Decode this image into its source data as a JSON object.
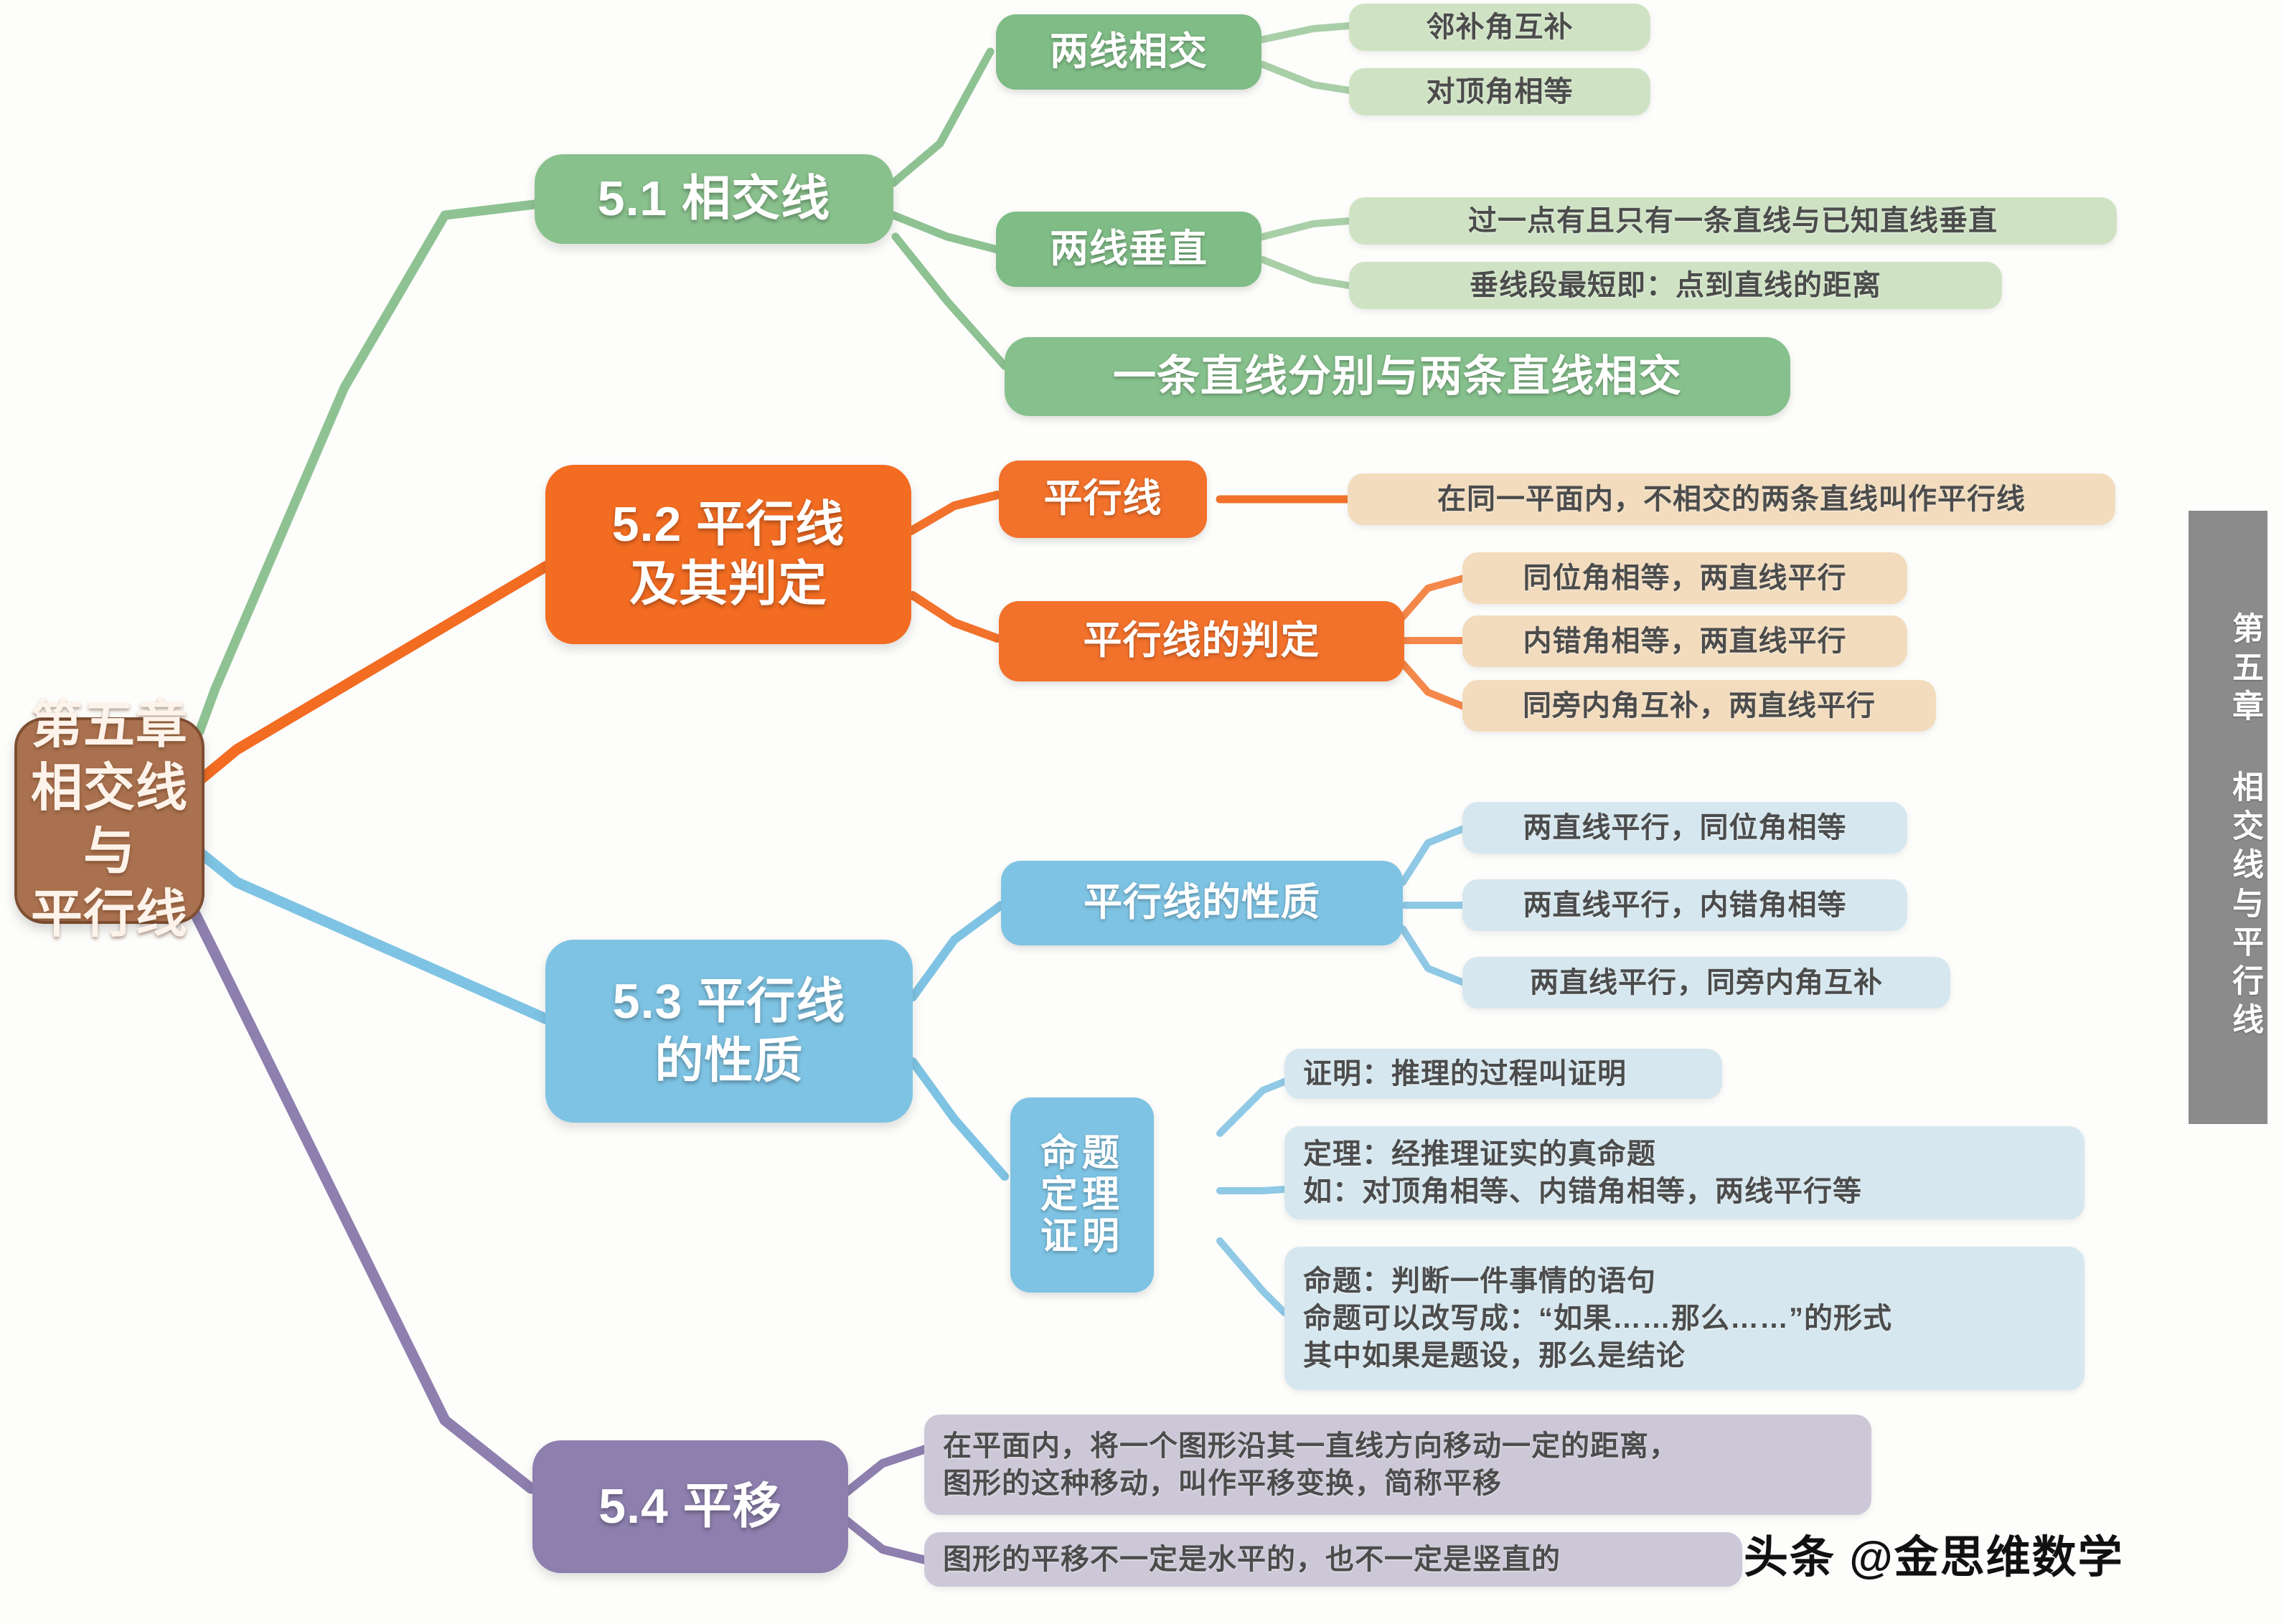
{
  "title": "第五章 相交线与平行线 思维导图",
  "root": {
    "label": "第五章\n相交线与\n平行线",
    "color": "#a9714f"
  },
  "side_tab": {
    "label": "第五章 相交线与平行线",
    "color": "#8b8b8b"
  },
  "watermark": {
    "label": "头条 @金思维数学"
  },
  "palette": {
    "green_primary": "#89c18d",
    "green_leaf": "#cfe3c4",
    "orange_primary": "#f26c22",
    "tan_leaf": "#f2dcbd",
    "blue_primary": "#7ec3e3",
    "blue_leaf": "#d6e7ef",
    "purple_primary": "#8d7fae",
    "purple_leaf": "#cdc8d8",
    "root_brown": "#a9714f"
  },
  "branches": [
    {
      "id": "5-1",
      "label": "5.1 相交线",
      "color": "#89c18d",
      "children": [
        {
          "label": "两线相交",
          "leaves": [
            "邻补角互补",
            "对顶角相等"
          ]
        },
        {
          "label": "两线垂直",
          "leaves": [
            "过一点有且只有一条直线与已知直线垂直",
            "垂线段最短即：点到直线的距离"
          ]
        },
        {
          "label": "一条直线分别与两条直线相交",
          "leaves": []
        }
      ]
    },
    {
      "id": "5-2",
      "label": "5.2 平行线\n及其判定",
      "color": "#f26c22",
      "children": [
        {
          "label": "平行线",
          "leaves": [
            "在同一平面内，不相交的两条直线叫作平行线"
          ]
        },
        {
          "label": "平行线的判定",
          "leaves": [
            "同位角相等，两直线平行",
            "内错角相等，两直线平行",
            "同旁内角互补，两直线平行"
          ]
        }
      ]
    },
    {
      "id": "5-3",
      "label": "5.3 平行线\n的性质",
      "color": "#7ec3e3",
      "children": [
        {
          "label": "平行线的性质",
          "leaves": [
            "两直线平行，同位角相等",
            "两直线平行，内错角相等",
            "两直线平行，同旁内角互补"
          ]
        },
        {
          "label": "命题\n定理\n证明",
          "leaves": [
            "证明：推理的过程叫证明",
            "定理：经推理证实的真命题\n如：对顶角相等、内错角相等，两线平行等",
            "命题：判断一件事情的语句\n命题可以改写成：“如果……那么……”的形式\n其中如果是题设，那么是结论"
          ]
        }
      ]
    },
    {
      "id": "5-4",
      "label": "5.4 平移",
      "color": "#8d7fae",
      "children": [
        {
          "label": "",
          "leaves": [
            "在平面内，将一个图形沿其一直线方向移动一定的距离，\n图形的这种移动，叫作平移变换，简称平移",
            "图形的平移不一定是水平的，也不一定是竖直的"
          ]
        }
      ]
    }
  ]
}
